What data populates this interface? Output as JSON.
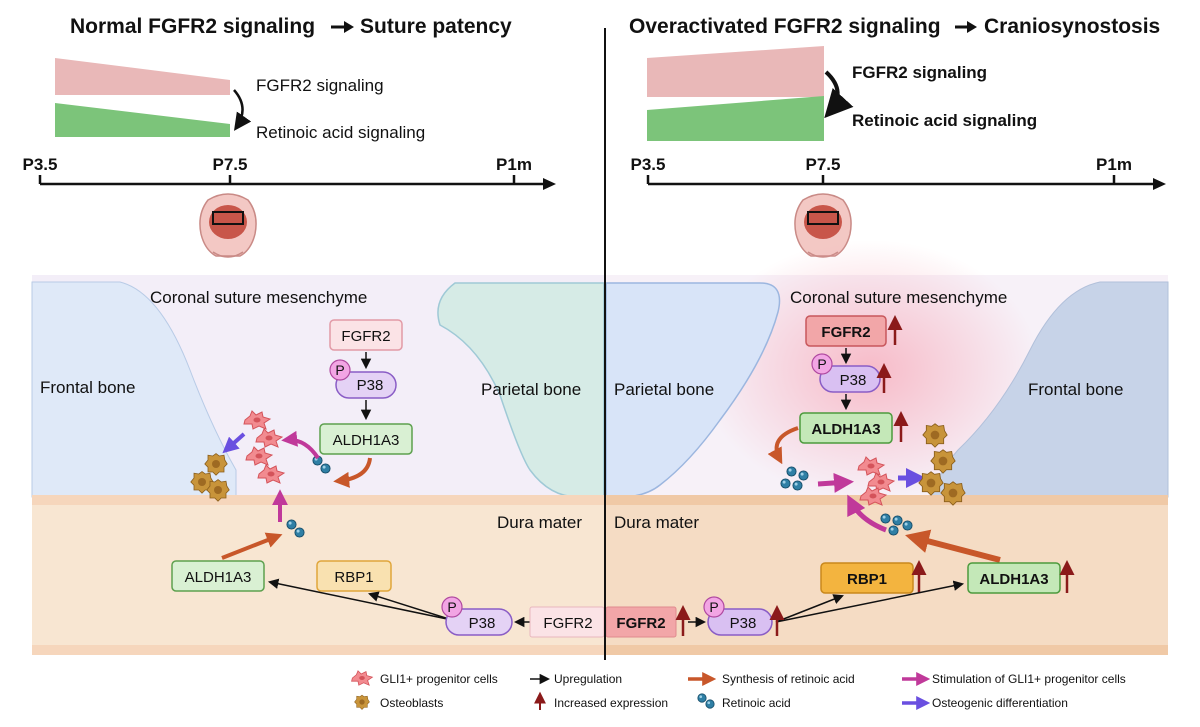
{
  "colors": {
    "fgfr2_signal": "#e9b8b8",
    "ra_signal": "#7cc47a",
    "fgfr2_box_light": "#fbe3e6",
    "fgfr2_box_dark": "#f2a6a8",
    "p38_box": "#e4d2f5",
    "aldh_box": "#d9f0d3",
    "rbp_box": "#f9e1b0",
    "rbp_box_dark": "#f3b43f",
    "dura": "#f8e6d2",
    "frontal_bone": "#dfe9f8",
    "parietal_bone": "#d6ebe6",
    "upregulation_arrow": "#111111",
    "increased_expression": "#8b1a1a",
    "synthesis_arrow": "#c8572a",
    "stimulation_arrow": "#c0399a",
    "osteogenic_arrow": "#6a4fe0",
    "retinoic_acid": "#2f7fa5"
  },
  "left": {
    "title_a": "Normal FGFR2 signaling",
    "title_b": "Suture patency",
    "fgfr2_signaling": "FGFR2 signaling",
    "ra_signaling": "Retinoic acid signaling",
    "ticks": [
      "P3.5",
      "P7.5",
      "P1m"
    ],
    "mesenchyme": "Coronal suture mesenchyme",
    "frontal_bone": "Frontal bone",
    "parietal_bone": "Parietal bone",
    "dura": "Dura mater",
    "fgfr2": "FGFR2",
    "p": "P",
    "p38": "P38",
    "aldh1a3": "ALDH1A3",
    "dura_aldh1a3": "ALDH1A3",
    "rbp1": "RBP1",
    "dura_p": "P",
    "dura_p38": "P38",
    "dura_fgfr2": "FGFR2"
  },
  "right": {
    "title_a": "Overactivated FGFR2 signaling",
    "title_b": "Craniosynostosis",
    "fgfr2_signaling": "FGFR2 signaling",
    "ra_signaling": "Retinoic acid signaling",
    "ticks": [
      "P3.5",
      "P7.5",
      "P1m"
    ],
    "mesenchyme": "Coronal suture mesenchyme",
    "frontal_bone": "Frontal bone",
    "parietal_bone": "Parietal bone",
    "dura": "Dura mater",
    "fgfr2": "FGFR2",
    "p": "P",
    "p38": "P38",
    "aldh1a3": "ALDH1A3",
    "dura_aldh1a3": "ALDH1A3",
    "rbp1": "RBP1",
    "dura_p": "P",
    "dura_p38": "P38",
    "dura_fgfr2": "FGFR2"
  },
  "legend": {
    "gli1": "GLI1+ progenitor cells",
    "osteoblasts": "Osteoblasts",
    "upregulation": "Upregulation",
    "increased": "Increased expression",
    "synthesis": "Synthesis of retinoic acid",
    "retinoic": "Retinoic acid",
    "stimulation": "Stimulation of GLI1+ progenitor cells",
    "osteogenic": "Osteogenic differentiation"
  }
}
